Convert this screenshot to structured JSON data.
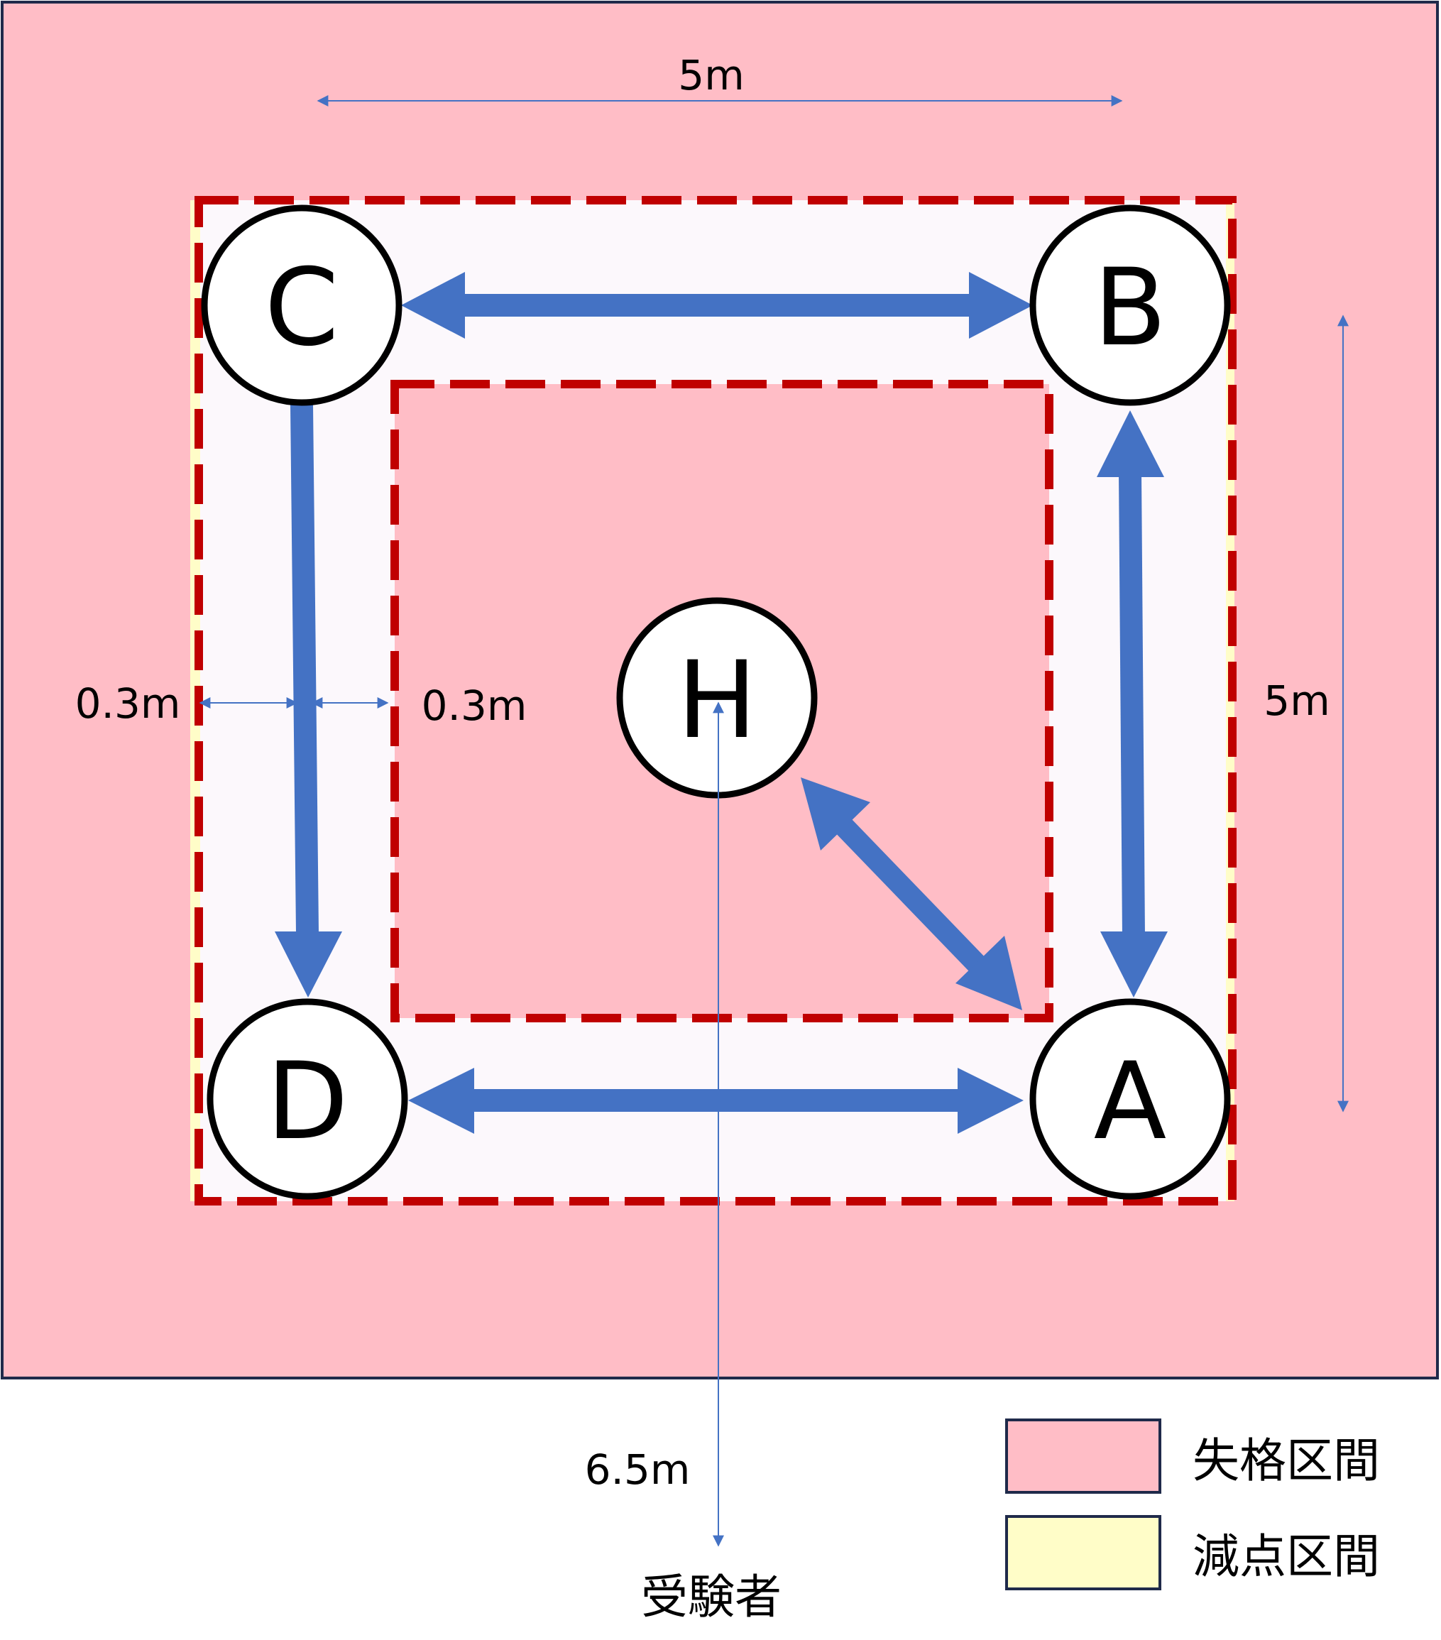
{
  "colors": {
    "fail_zone": "#FFBDC6",
    "deduction_zone": "#FFFDC8",
    "track": "#FCF8FC",
    "dashed_border": "#C00000",
    "arrow": "#4472C4",
    "outline": "#1F2A4A",
    "node_stroke": "#000000",
    "node_fill": "#FFFFFF"
  },
  "nodes": {
    "A": "A",
    "B": "B",
    "C": "C",
    "D": "D",
    "H": "H"
  },
  "dimensions": {
    "top_width": "5m",
    "right_height": "5m",
    "left_margin_outer": "0.3m",
    "left_margin_inner": "0.3m",
    "distance_to_examinee": "6.5m"
  },
  "examinee_label": "受験者",
  "legend": {
    "fail_label": "失格区間",
    "deduction_label": "減点区間"
  },
  "arrows": [
    {
      "from": "C",
      "to": "B",
      "type": "bidirectional"
    },
    {
      "from": "B",
      "to": "A",
      "type": "bidirectional"
    },
    {
      "from": "D",
      "to": "A",
      "type": "bidirectional"
    },
    {
      "from": "C",
      "to": "D",
      "type": "one-way"
    },
    {
      "from": "H",
      "to": "A",
      "type": "bidirectional"
    }
  ]
}
